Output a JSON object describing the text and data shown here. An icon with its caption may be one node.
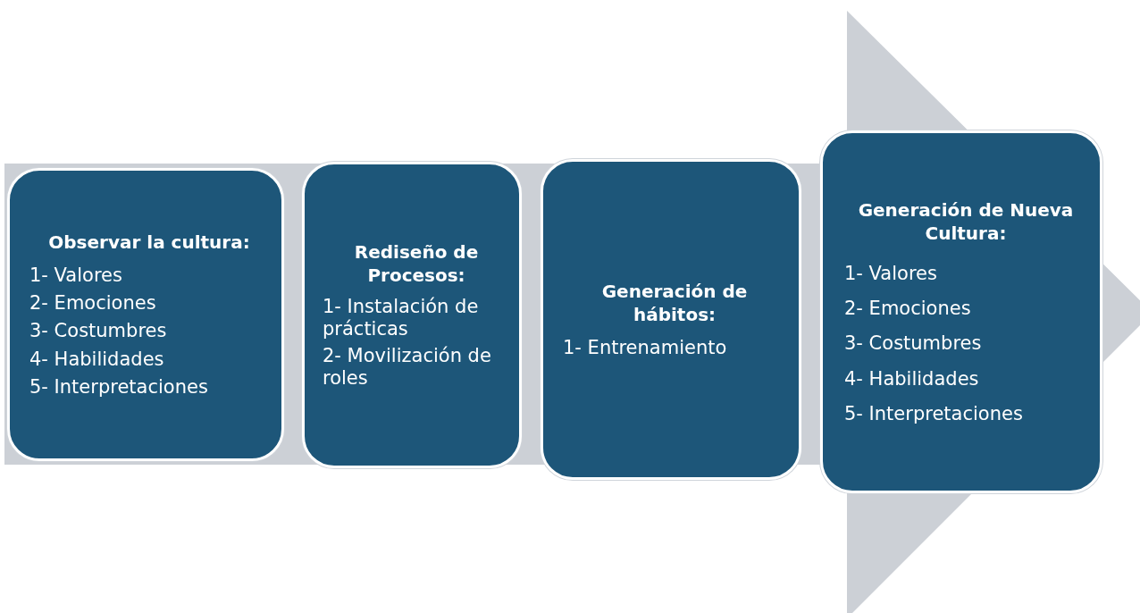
{
  "diagram": {
    "nodes": [
      {
        "text": [
          "Observar la cultura:",
          "1- Valores",
          "2- Emociones",
          "3- Costumbres",
          "4- Habilidades",
          "5- Interpretaciones"
        ]
      },
      {
        "text": [
          "Rediseño de Procesos:",
          "1- Instalación de prácticas",
          "2- Movilización de roles"
        ]
      },
      {
        "text": [
          "Generación de hábitos:",
          "1- Entrenamiento"
        ]
      },
      {
        "text": [
          "Generación de Nueva Cultura:",
          "1- Valores",
          "2- Emociones",
          "3- Costumbres",
          "4- Habilidades",
          "5- Interpretaciones"
        ]
      }
    ]
  }
}
